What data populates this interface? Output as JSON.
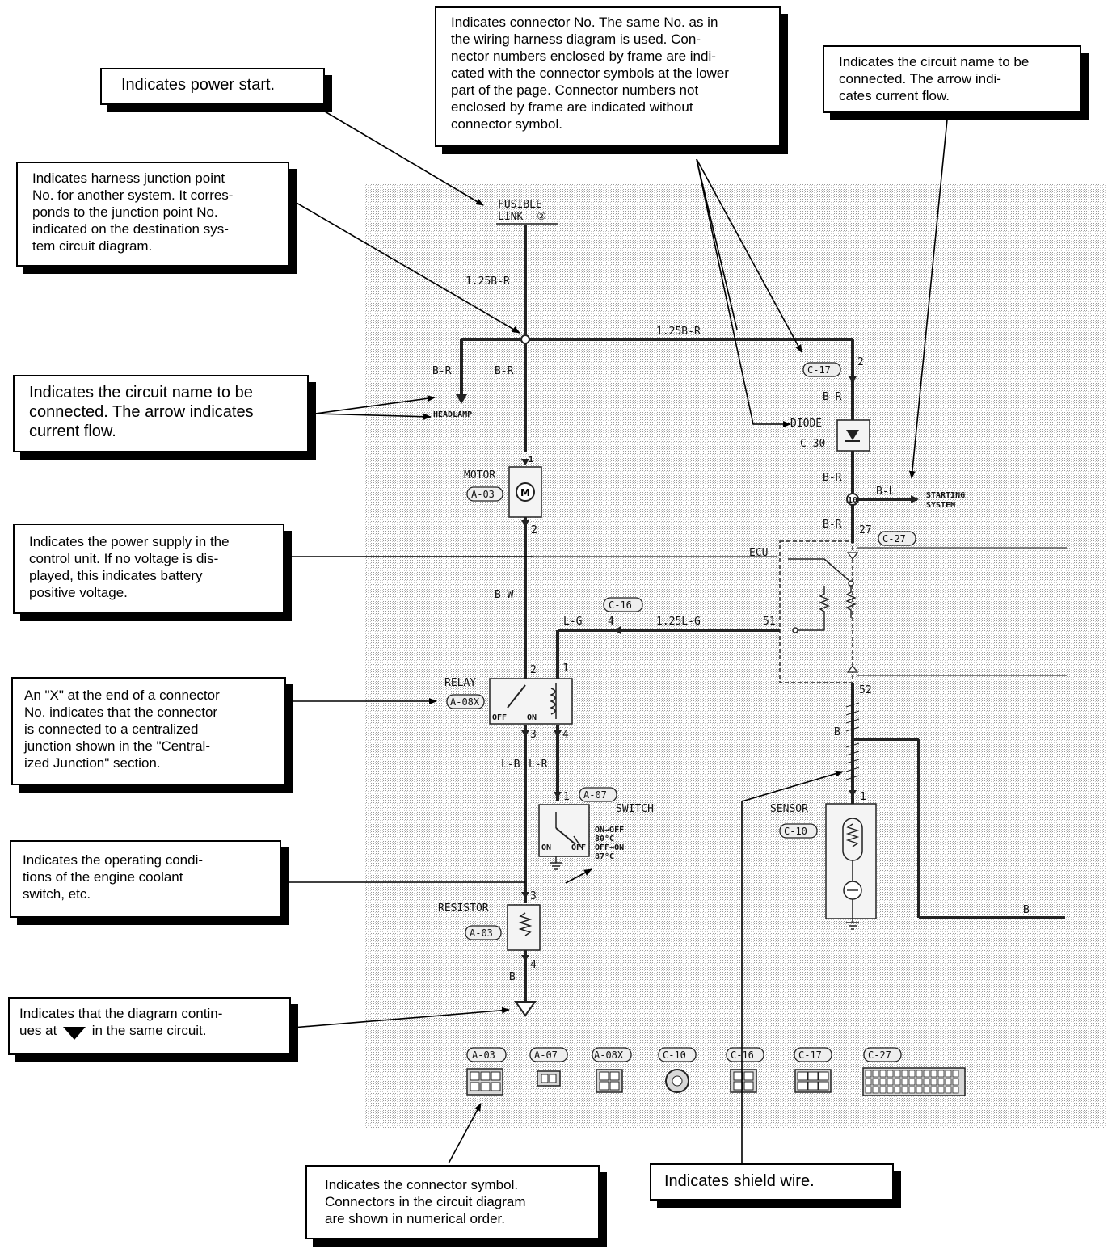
{
  "callouts": {
    "power_start": [
      "Indicates power start."
    ],
    "connector_no": [
      "Indicates connector No. The same No. as in",
      "the wiring harness diagram is used.  Con-",
      "nector numbers enclosed by frame are indi-",
      "cated with the connector symbols at the lower",
      "part of the page. Connector numbers not",
      "enclosed by frame are indicated without",
      "connector symbol."
    ],
    "circuit_name_right": [
      "Indicates the circuit name to be",
      "connected.    The arrow indi-",
      "cates current flow."
    ],
    "junction_point": [
      "Indicates harness junction point",
      "No. for another system. It corres-",
      "ponds to the junction point No.",
      "indicated on the destination sys-",
      "tem circuit diagram."
    ],
    "circuit_name_left": [
      "Indicates the circuit name to be",
      "connected.  The arrow indicates",
      "current flow."
    ],
    "power_supply": [
      "Indicates the power supply in the",
      "control unit.  If no voltage is dis-",
      "played, this indicates battery",
      "positive voltage."
    ],
    "x_connector": [
      "An \"X\" at the end of a connector",
      "No. indicates that the connector",
      "is connected to a centralized",
      "junction shown in the \"Central-",
      "ized Junction\" section."
    ],
    "operating_conditions": [
      "Indicates the operating condi-",
      "tions of the engine coolant",
      "switch, etc."
    ],
    "continues": {
      "line1": "Indicates that the diagram contin-",
      "pre": "ues at",
      "post": "in the same circuit."
    },
    "connector_symbol": [
      "Indicates the connector symbol.",
      "Connectors in the circuit diagram",
      "are shown in numerical order."
    ],
    "shield_wire": [
      "Indicates shield wire."
    ]
  },
  "diagram": {
    "fusible_link": "FUSIBLE",
    "fusible_link2": "LINK",
    "fusible_no": "②",
    "wire_main": "1.25B-R",
    "wire_top": "1.25B-R",
    "wire_br_left": "B-R",
    "wire_br_mid": "B-R",
    "headlamp": "HEADLAMP",
    "motor": "MOTOR",
    "motor_conn": "A-03",
    "pin_1": "1",
    "pin_2": "2",
    "wire_bw": "B-W",
    "conn_c16": "C-16",
    "wire_lg": "L-G",
    "pin_4": "4",
    "wire_125lg": "1.25L-G",
    "pin_51": "51",
    "relay": "RELAY",
    "relay_conn": "A-08X",
    "relay_off": "OFF",
    "relay_on": "ON",
    "relay_pin2": "2",
    "relay_pin1": "1",
    "relay_pin3": "3",
    "relay_pin4": "4",
    "wire_lb": "L-B",
    "wire_lr": "L-R",
    "switch_conn": "A-07",
    "switch": "SWITCH",
    "switch_cond1": "ON→OFF",
    "switch_cond2": "80°C",
    "switch_cond3": "OFF→ON",
    "switch_cond4": "87°C",
    "switch_on": "ON",
    "switch_off": "OFF",
    "switch_pin": "1",
    "resistor": "RESISTOR",
    "resistor_conn": "A-03",
    "res_pin3": "3",
    "res_pin4": "4",
    "wire_b": "B",
    "conn_c17": "C-17",
    "c17_pin": "2",
    "diode": "DIODE",
    "diode_conn": "C-30",
    "wire_br_d1": "B-R",
    "wire_br_d2": "B-R",
    "wire_br_d3": "B-R",
    "junction_no": "10",
    "wire_bl": "B-L",
    "starting": "STARTING",
    "starting2": "SYSTEM",
    "c27_pin": "27",
    "conn_c27": "C-27",
    "ecu": "ECU",
    "pin_52": "52",
    "wire_b_sensor": "B",
    "sensor": "SENSOR",
    "sensor_conn": "C-10",
    "sensor_pin": "1",
    "wire_b_right": "B",
    "bottom_connectors": [
      "A-03",
      "A-07",
      "A-08X",
      "C-10",
      "C-16",
      "C-17",
      "C-27"
    ]
  }
}
